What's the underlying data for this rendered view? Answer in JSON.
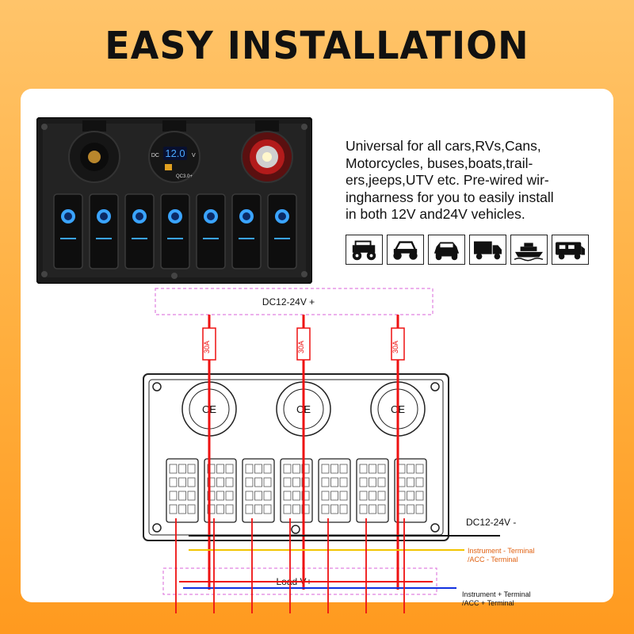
{
  "headline": "EASY INSTALLATION",
  "description": "Universal for all cars,RVs,Cans, Motorcycles, buses,boats,trail-ers,jeeps,UTV etc. Pre-wired wir-ingharness for you to easily install in both 12V and24V vehicles.",
  "description_lines": [
    "Universal for all cars,RVs,Cans,",
    "Motorcycles, buses,boats,trail-",
    "ers,jeeps,UTV etc. Pre-wired wir-",
    "ingharness for you to easily install",
    "in both 12V and24V vehicles."
  ],
  "vehicle_icons": [
    "jeep-icon",
    "utv-icon",
    "car-icon",
    "truck-icon",
    "boat-icon",
    "rv-icon"
  ],
  "panel": {
    "voltmeter_reading": "12.0",
    "voltmeter_dc": "DC",
    "voltmeter_v": "V",
    "usb_label": "QC3.0+",
    "switch_count": 7,
    "switch_glow_color": "#3aa4ff"
  },
  "diagram": {
    "top_label": "DC12-24V +",
    "bottom_label": "Load V+",
    "fuse_labels": [
      "30A",
      "30A",
      "30A"
    ],
    "ground_label": "DC12-24V -",
    "acc_neg_line1": "Instrument - Terminal",
    "acc_neg_line2": "/ACC - Terminal",
    "acc_pos_line1": "Instrument + Terminal",
    "acc_pos_line2": "/ACC + Terminal",
    "ce_mark": "CE",
    "colors": {
      "positive": "#ee1111",
      "negative": "#111111",
      "acc_negative": "#f2c400",
      "acc_positive": "#1030e0",
      "guide": "#e080e0"
    }
  }
}
